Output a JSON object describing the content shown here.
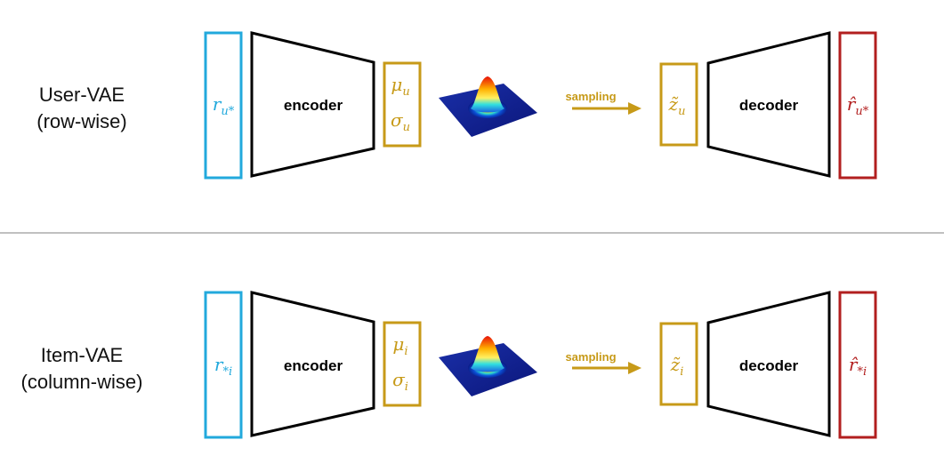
{
  "colors": {
    "input": "#22a9dc",
    "latent": "#c79a18",
    "output": "#b21f1f",
    "block": "#000000",
    "divider": "#808080"
  },
  "rows": [
    {
      "label_line1": "User-VAE",
      "label_line2": "(row-wise)",
      "input": {
        "base": "r",
        "sub": "u*"
      },
      "encoder": "encoder",
      "mu": {
        "base": "μ",
        "sub": "u"
      },
      "sigma": {
        "base": "σ",
        "sub": "u"
      },
      "sampling": "sampling",
      "z": {
        "base": "z̃",
        "sub": "u"
      },
      "decoder": "decoder",
      "output": {
        "base": "r̂",
        "sub": "u*"
      }
    },
    {
      "label_line1": "Item-VAE",
      "label_line2": "(column-wise)",
      "input": {
        "base": "r",
        "sub": "*i"
      },
      "encoder": "encoder",
      "mu": {
        "base": "μ",
        "sub": "i"
      },
      "sigma": {
        "base": "σ",
        "sub": "i"
      },
      "sampling": "sampling",
      "z": {
        "base": "z̃",
        "sub": "i"
      },
      "decoder": "decoder",
      "output": {
        "base": "r̂",
        "sub": "*i"
      }
    }
  ]
}
